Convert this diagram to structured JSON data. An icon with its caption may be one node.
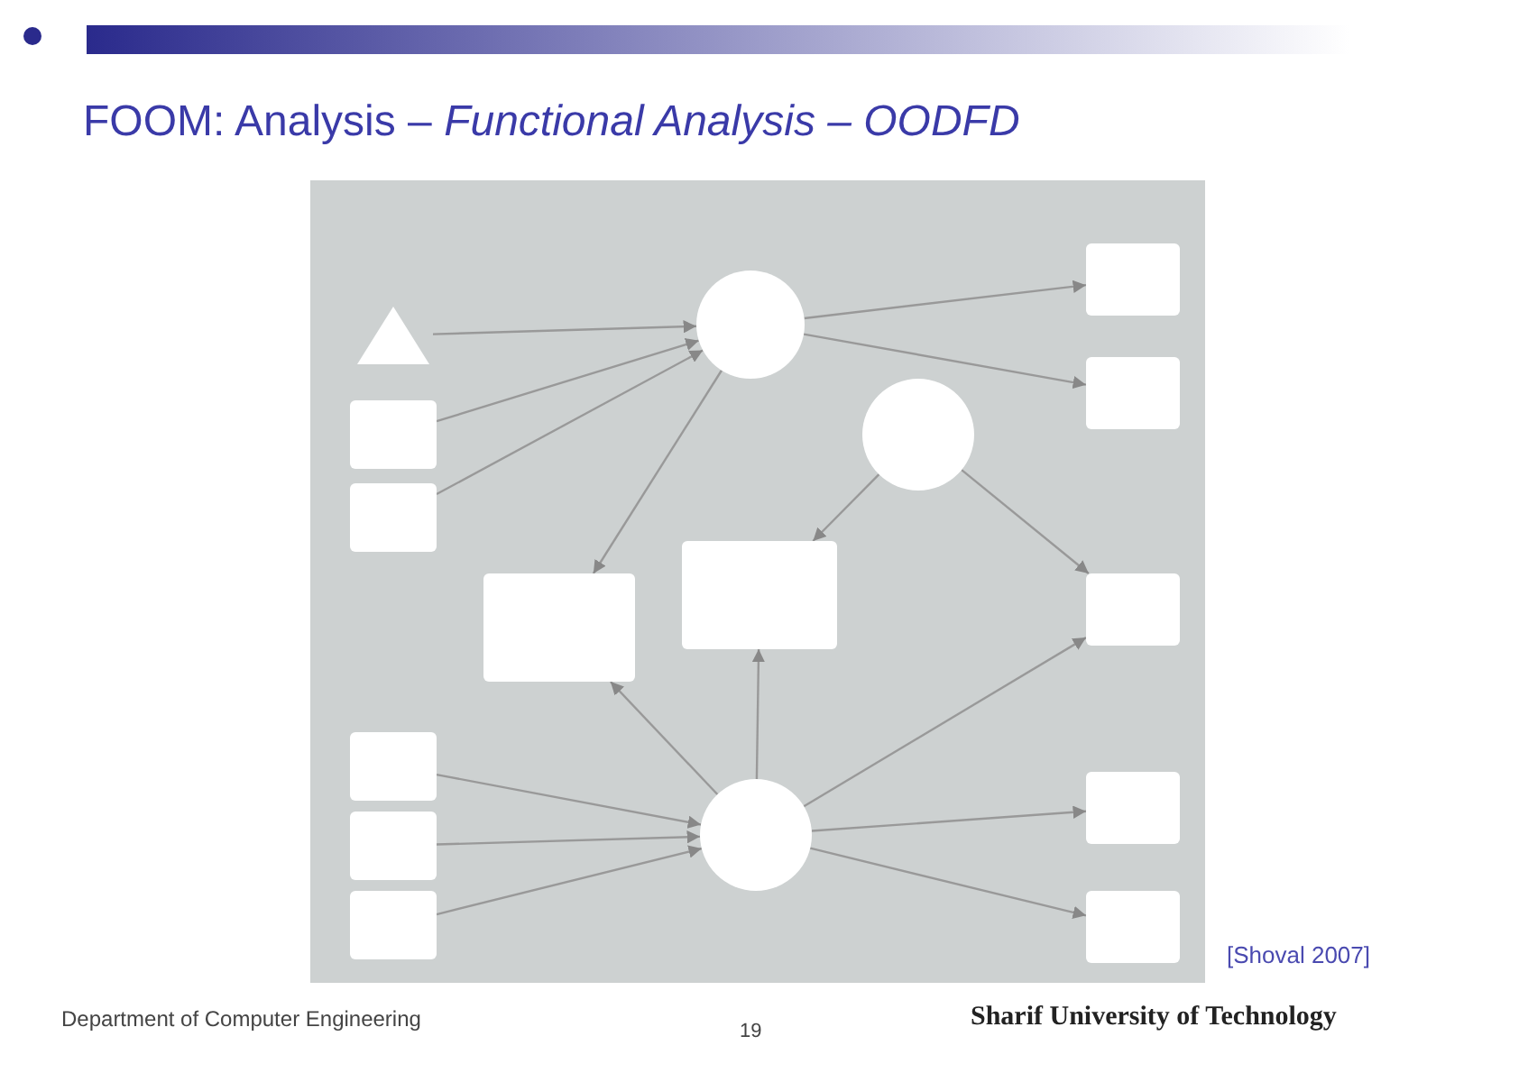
{
  "diagram": {
    "title": "FOOM: Analysis – *Functional Analysis – OODFD*",
    "nodes": [
      {
        "text": [],
        "shape": "triangle"
      },
      {
        "text": [],
        "shape": "box"
      },
      {
        "text": [],
        "shape": "box"
      },
      {
        "text": [],
        "shape": "circle"
      },
      {
        "text": [],
        "shape": "box"
      },
      {
        "text": [],
        "shape": "circle"
      },
      {
        "text": [],
        "shape": "box"
      },
      {
        "text": [],
        "shape": "box"
      },
      {
        "text": [],
        "shape": "box"
      },
      {
        "text": [],
        "shape": "box"
      },
      {
        "text": [],
        "shape": "box"
      },
      {
        "text": [],
        "shape": "box"
      },
      {
        "text": [],
        "shape": "box"
      },
      {
        "text": [],
        "shape": "circle"
      },
      {
        "text": [],
        "shape": "box"
      },
      {
        "text": [],
        "shape": "box"
      }
    ],
    "edges": [
      {
        "from": 0,
        "to": 3,
        "arrow": "to"
      },
      {
        "from": 1,
        "to": 3,
        "arrow": "to"
      },
      {
        "from": 2,
        "to": 3,
        "arrow": "to"
      },
      {
        "from": 3,
        "to": 4,
        "arrow": "to"
      },
      {
        "from": 3,
        "to": 6,
        "arrow": "to"
      },
      {
        "from": 3,
        "to": 7,
        "arrow": "to"
      },
      {
        "from": 5,
        "to": 8,
        "arrow": "to"
      },
      {
        "from": 5,
        "to": 9,
        "arrow": "to"
      },
      {
        "from": 13,
        "to": 7,
        "arrow": "to"
      },
      {
        "from": 13,
        "to": 8,
        "arrow": "to"
      },
      {
        "from": 13,
        "to": 9,
        "arrow": "to"
      },
      {
        "from": 10,
        "to": 13,
        "arrow": "to"
      },
      {
        "from": 11,
        "to": 13,
        "arrow": "to"
      },
      {
        "from": 12,
        "to": 13,
        "arrow": "to"
      },
      {
        "from": 13,
        "to": 14,
        "arrow": "to"
      },
      {
        "from": 13,
        "to": 15,
        "arrow": "to"
      }
    ],
    "labels": [
      "[Shoval 2007]",
      "Department of Computer Engineering",
      "19",
      "Sharif University of Technology"
    ]
  }
}
